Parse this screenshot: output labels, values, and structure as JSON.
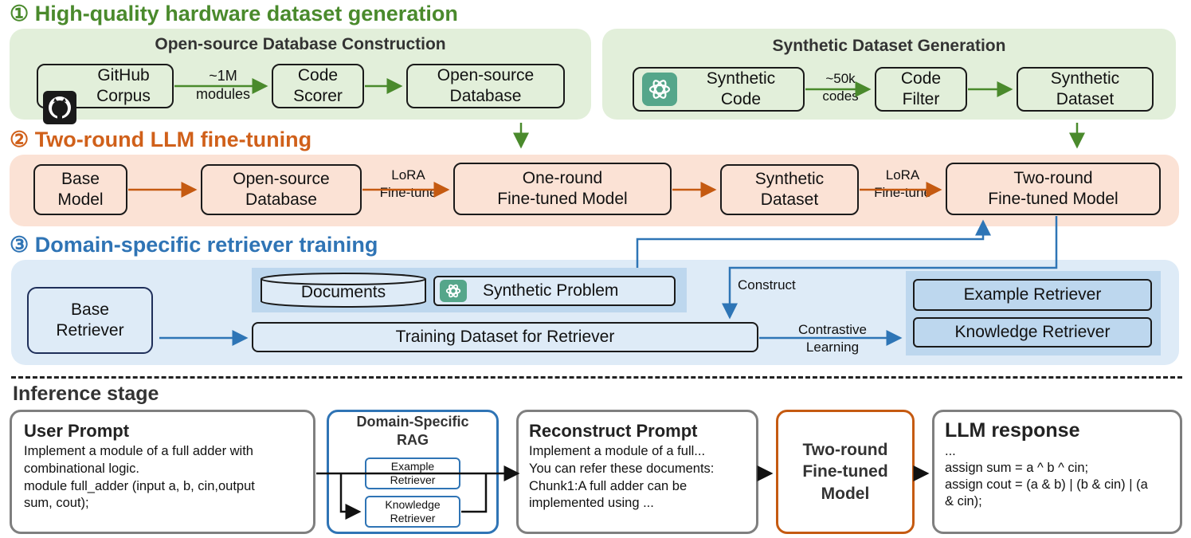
{
  "colors": {
    "green_title": "#4a8a2c",
    "orange_title": "#d0601a",
    "blue_title": "#2f74b5",
    "green_panel": "#e2efda",
    "orange_panel": "#fbe2d5",
    "blue_panel": "#deebf7",
    "green_arrow": "#4a8a2c",
    "orange_arrow": "#c55a11",
    "blue_arrow": "#2e75b6"
  },
  "stage1": {
    "title": "① High-quality hardware dataset generation",
    "open_source": {
      "heading": "Open-source Database Construction",
      "github_icon": "github-icon",
      "github_box": "GitHub\nCorpus",
      "edge_label": "~1M\nmodules",
      "scorer_box": "Code\nScorer",
      "database_box": "Open-source\nDatabase"
    },
    "synthetic": {
      "heading": "Synthetic Dataset Generation",
      "gpt_icon": "openai-icon",
      "code_box": "Synthetic\nCode",
      "edge_label": "~50k\ncodes",
      "filter_box": "Code\nFilter",
      "dataset_box": "Synthetic\nDataset"
    }
  },
  "stage2": {
    "title": "② Two-round LLM fine-tuning",
    "base_model": "Base\nModel",
    "open_source_db": "Open-source\nDatabase",
    "lora_label_1": "LoRA\nFine-tune",
    "one_round": "One-round\nFine-tuned Model",
    "synthetic_dataset": "Synthetic\nDataset",
    "lora_label_2": "LoRA\nFine-tune",
    "two_round": "Two-round\nFine-tuned Model"
  },
  "stage3": {
    "title": "③ Domain-specific retriever training",
    "base_retriever": "Base\nRetriever",
    "documents": "Documents",
    "synthetic_problem": "Synthetic Problem",
    "construct_label": "Construct",
    "training_dataset": "Training Dataset for Retriever",
    "contrastive_label": "Contrastive\nLearning",
    "example_retriever": "Example Retriever",
    "knowledge_retriever": "Knowledge Retriever"
  },
  "inference": {
    "title": "Inference stage",
    "user_prompt": {
      "title": "User Prompt",
      "lines": [
        "Implement a module of a full adder with",
        "combinational logic.",
        "module full_adder (input a, b, cin,output",
        "sum, cout);"
      ]
    },
    "rag": {
      "title": "Domain-Specific\nRAG",
      "example": "Example\nRetriever",
      "knowledge": "Knowledge\nRetriever"
    },
    "reconstruct": {
      "title": "Reconstruct Prompt",
      "lines": [
        "Implement a module of a full...",
        "You can refer these documents:",
        "Chunk1:A full adder can be",
        "implemented using ..."
      ]
    },
    "model": {
      "title": "Two-round\nFine-tuned\nModel"
    },
    "response": {
      "title": "LLM response",
      "lines": [
        "...",
        "assign sum = a ^ b ^ cin;",
        "assign cout = (a & b) | (b & cin) | (a",
        "& cin);"
      ]
    }
  }
}
